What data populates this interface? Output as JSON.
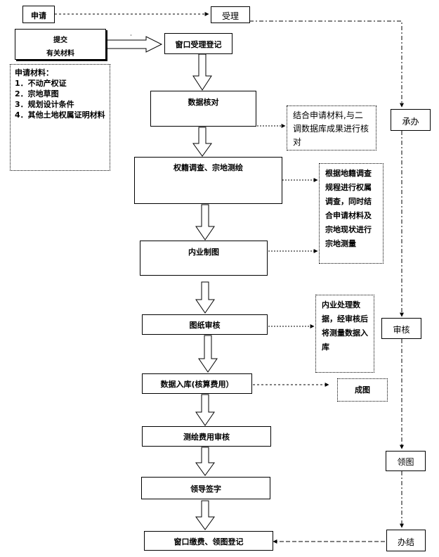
{
  "flow": {
    "apply": "申请",
    "accept": "受理",
    "submit_line1": "提交",
    "submit_line2": "有关材料",
    "materials": {
      "title": "申请材料：",
      "items": [
        "1．不动产权证",
        "2．宗地草图",
        "3．规划设计条件",
        "4．其他土地权属证明材料"
      ]
    },
    "window_register": "窗口受理登记",
    "data_check": "数据核对",
    "data_check_note": "结合申请材料,与二调数据库成果进行核对",
    "survey": "权籍调查、宗地测绘",
    "survey_note": "根据地籍调查规程进行权属调查，同时结合申请材料及宗地现状进行宗地测量",
    "indoor_map": "内业制图",
    "drawing_review": "图纸审核",
    "drawing_review_note": "内业处理数据，经审核后将测量数据入库",
    "data_storage": "数据入库(核算费用）",
    "map_result": "成图",
    "fee_review": "测绘费用审核",
    "leader_sign": "领导签字",
    "pay_register": "窗口缴费、领图登记",
    "undertake": "承办",
    "audit": "审核",
    "collect_map": "领图",
    "complete": "办结"
  }
}
